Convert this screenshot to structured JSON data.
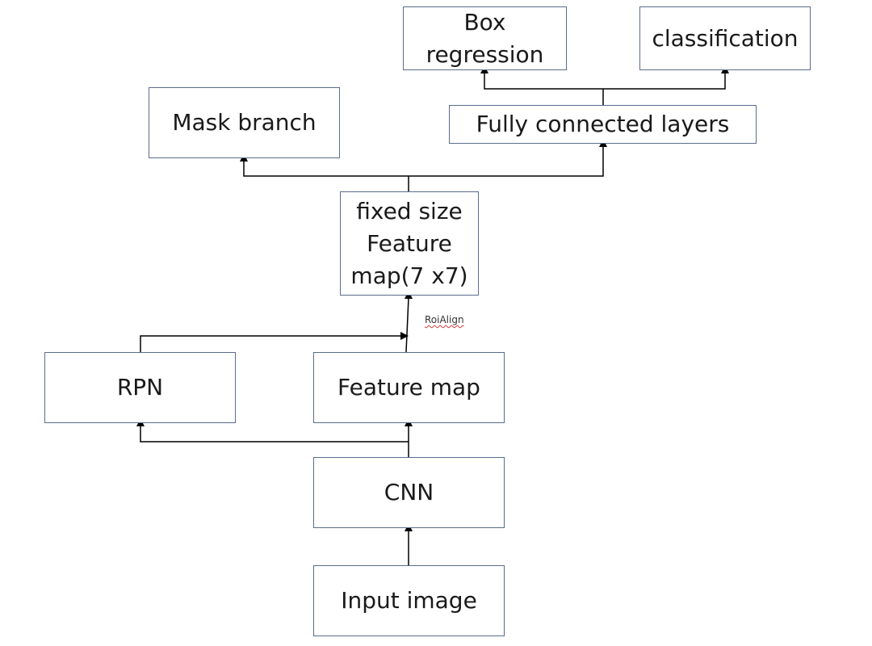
{
  "nodes": {
    "box_regression": "Box\nregression",
    "classification": "classification",
    "mask_branch": "Mask branch",
    "fc_layers": "Fully connected layers",
    "fixed_feature_map": "fixed size\nFeature\nmap(7 x7)",
    "rpn": "RPN",
    "feature_map": "Feature map",
    "cnn": "CNN",
    "input_image": "Input image"
  },
  "edge_labels": {
    "roialign": "RoiAlign"
  },
  "colors": {
    "node_border": "#5a6d8c",
    "line": "#000000",
    "text": "#1a1a1a",
    "spellcheck_underline": "#d23a3a"
  }
}
